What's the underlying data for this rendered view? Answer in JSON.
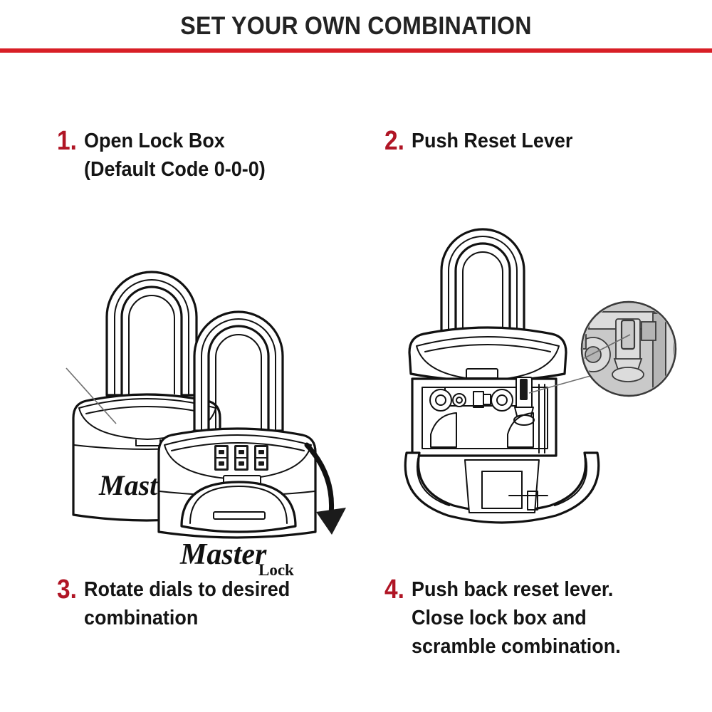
{
  "header": {
    "title": "SET YOUR OWN COMBINATION",
    "rule_color": "#d81f26"
  },
  "theme": {
    "step_number_color": "#b01525",
    "text_color": "#141414",
    "background": "#ffffff",
    "line_art_color": "#111111",
    "callout_fill": "#c9c9c9"
  },
  "steps": [
    {
      "number": "1.",
      "lines": [
        "Open Lock Box",
        "(Default Code 0-0-0)"
      ],
      "default_code": "0-0-0"
    },
    {
      "number": "2.",
      "lines": [
        "Push Reset Lever"
      ]
    },
    {
      "number": "3.",
      "lines": [
        "Rotate dials to desired",
        "combination"
      ]
    },
    {
      "number": "4.",
      "lines": [
        "Push back reset lever.",
        "Close lock box and",
        "scramble combination."
      ]
    }
  ],
  "illustrations": {
    "left": {
      "name": "two-lock-boxes-closed-and-open",
      "brand_primary": "Master",
      "brand_secondary": "Lock",
      "dial_count": 3,
      "arrow": "curved-down-arrow"
    },
    "right": {
      "name": "lock-box-interior-reset-lever",
      "callout": "magnified-reset-lever"
    }
  }
}
